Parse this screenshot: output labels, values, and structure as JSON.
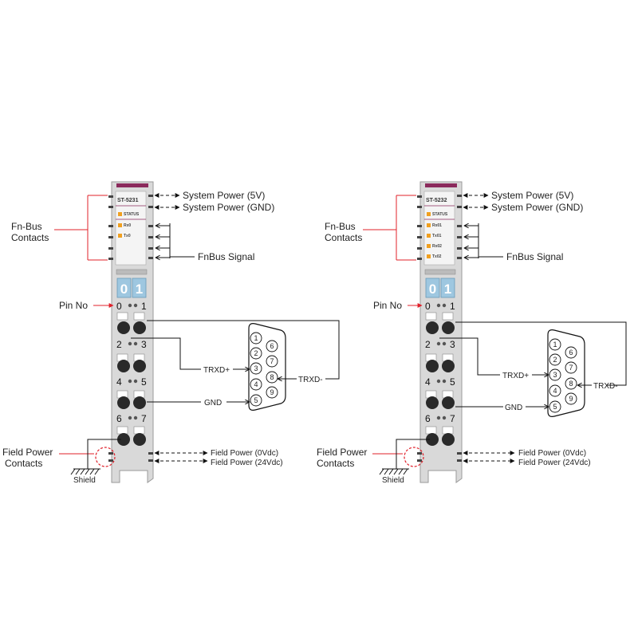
{
  "modules": [
    {
      "model": "ST-5231",
      "status_label": "STATUS",
      "led_labels": [
        "Rx0",
        "Tx0"
      ],
      "address_digits": [
        "0",
        "1"
      ],
      "terminal_numbers": [
        "0",
        "1",
        "2",
        "3",
        "4",
        "5",
        "6",
        "7"
      ],
      "labels": {
        "system_power_5v": "System Power (5V)",
        "system_power_gnd": "System Power (GND)",
        "fn_bus_contacts": [
          "Fn-Bus",
          "Contacts"
        ],
        "fnbus_signal": "FnBus Signal",
        "pin_no": "Pin No",
        "trxd_plus": "TRXD+",
        "trxd_minus": "TRXD-",
        "gnd": "GND",
        "field_power_contacts": [
          "Field Power",
          "Contacts"
        ],
        "shield": "Shield",
        "field_power_0vdc": "Field Power (0Vdc)",
        "field_power_24vdc": "Field Power (24Vdc)"
      },
      "db9_pins": [
        "1",
        "2",
        "3",
        "4",
        "5",
        "6",
        "7",
        "8",
        "9"
      ]
    },
    {
      "model": "ST-5232",
      "status_label": "STATUS",
      "led_labels": [
        "Rx01",
        "Tx01",
        "Rx02",
        "Tx02"
      ],
      "address_digits": [
        "0",
        "1"
      ],
      "terminal_numbers": [
        "0",
        "1",
        "2",
        "3",
        "4",
        "5",
        "6",
        "7"
      ],
      "labels": {
        "system_power_5v": "System Power (5V)",
        "system_power_gnd": "System Power (GND)",
        "fn_bus_contacts": [
          "Fn-Bus",
          "Contacts"
        ],
        "fnbus_signal": "FnBus Signal",
        "pin_no": "Pin No",
        "trxd_plus": "TRXD+",
        "trxd_minus": "TRXD-",
        "gnd": "GND",
        "field_power_contacts": [
          "Field Power",
          "Contacts"
        ],
        "shield": "Shield",
        "field_power_0vdc": "Field Power (0Vdc)",
        "field_power_24vdc": "Field Power (24Vdc)"
      },
      "db9_pins": [
        "1",
        "2",
        "3",
        "4",
        "5",
        "6",
        "7",
        "8",
        "9"
      ]
    }
  ],
  "colors": {
    "module_body": "#d9d9d9",
    "module_top_bar": "#8b2a5c",
    "address_switch": "#9ec7e0",
    "led": "#f0a020",
    "callout_line": "#e0202a",
    "wire": "#111111"
  }
}
